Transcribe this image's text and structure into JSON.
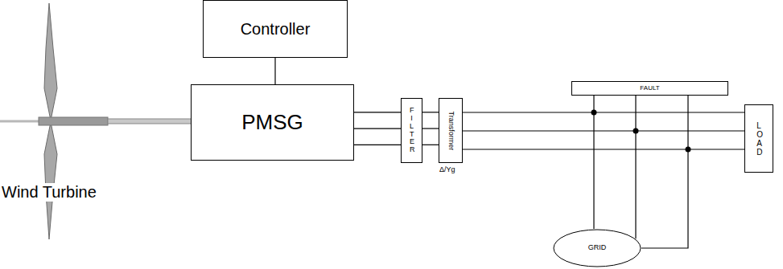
{
  "diagram": {
    "nodes": [
      {
        "text": [
          "Controller"
        ]
      },
      {
        "text": [
          "PMSG"
        ]
      },
      {
        "text": [
          "FILTER"
        ]
      },
      {
        "text": [
          "Transformer"
        ]
      },
      {
        "text": [
          "FAULT"
        ]
      },
      {
        "text": [
          "LOAD"
        ]
      },
      {
        "text": [
          "GRID"
        ]
      }
    ],
    "edges": [
      {
        "from": 0,
        "to": 1,
        "arrow": "none"
      },
      {
        "from": 1,
        "to": 2,
        "arrow": "none"
      },
      {
        "from": 2,
        "to": 3,
        "arrow": "none"
      },
      {
        "from": 3,
        "to": 5,
        "arrow": "none"
      },
      {
        "from": 4,
        "to": 6,
        "arrow": "none"
      }
    ],
    "labels": [
      "Wind Turbine",
      "Δ/Yg"
    ]
  }
}
